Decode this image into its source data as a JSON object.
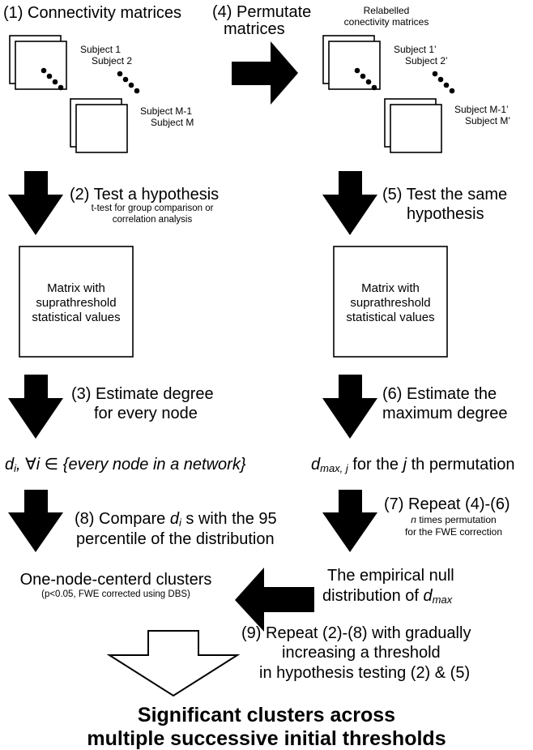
{
  "steps": {
    "s1": "(1) Connectivity matrices",
    "s4_line1": "(4) Permutate",
    "s4_line2": "matrices",
    "relabelled_line1": "Relabelled",
    "relabelled_line2": "conectivity matrices",
    "s2_title": "(2) Test a hypothesis",
    "s2_sub1": "t-test for group comparison or",
    "s2_sub2": "correlation analysis",
    "s5_line1": "(5) Test the same",
    "s5_line2": "hypothesis",
    "s3_line1": "(3) Estimate degree",
    "s3_line2": "for every node",
    "s6_line1": "(6) Estimate the",
    "s6_line2": "maximum degree",
    "s7_title": "(7) Repeat (4)-(6)",
    "s7_n": "n",
    "s7_sub1_rest": " times permutation",
    "s7_sub2": "for the FWE correction",
    "s8_line1_pre": "(8) Compare ",
    "s8_d": "d",
    "s8_i": "i",
    "s8_line1_post": " s with the 95",
    "s8_line2": "percentile of the distribution",
    "s9_line1": "(9) Repeat (2)-(8) with gradually",
    "s9_line2": "increasing a threshold",
    "s9_line3": "in hypothesis testing (2) & (5)"
  },
  "subjects_left": {
    "s1": "Subject 1",
    "s2": "Subject 2",
    "sm1": "Subject M-1",
    "sm": "Subject M"
  },
  "subjects_right": {
    "s1": "Subject 1’",
    "s2": "Subject 2’",
    "sm1": "Subject M-1’",
    "sm": "Subject M’"
  },
  "matrix_box": {
    "line1": "Matrix with",
    "line2": "suprathreshold",
    "line3": "statistical values"
  },
  "degree_left": {
    "d": "d",
    "i": "i",
    "rest": ", ∀i ∈ {every node in a network}"
  },
  "degree_right": {
    "d": "d",
    "sub": "max, j",
    "mid": " for the ",
    "j": "j",
    "rest": " th permutation"
  },
  "clusters": {
    "line1": "One-node-centerd clusters",
    "line2": "(p<0.05, FWE corrected using DBS)"
  },
  "null_dist": {
    "line1": "The empirical null",
    "line2_pre": "distribution of ",
    "d": "d",
    "sub": "max"
  },
  "final": {
    "line1": "Significant clusters across",
    "line2": "multiple successive initial thresholds"
  }
}
